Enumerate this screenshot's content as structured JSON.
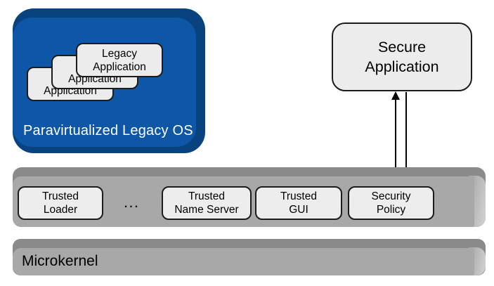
{
  "colors": {
    "legacy_os_fill": "#0D57A6",
    "legacy_os_bevel": "#09437F",
    "layer_fill": "#A8A8A8",
    "layer_bevel": "#8A8A8A",
    "box_fill": "#ECECEC",
    "box_border": "#1C1C1C",
    "label_on_blue": "#FFFFFF"
  },
  "legacy_os": {
    "label": "Paravirtualized Legacy OS",
    "applications": [
      {
        "line1": "Legacy",
        "line2": "Application"
      },
      {
        "line1": "Legacy",
        "line2": "Application"
      },
      {
        "line1": "Legacy",
        "line2": "Application"
      }
    ]
  },
  "secure_application": {
    "line1": "Secure",
    "line2": "Application"
  },
  "service_layer": {
    "ellipsis": "...",
    "services": [
      {
        "line1": "Trusted",
        "line2": "Loader"
      },
      {
        "line1": "Trusted",
        "line2": "Name Server"
      },
      {
        "line1": "Trusted",
        "line2": "GUI"
      },
      {
        "line1": "Security",
        "line2": "Policy"
      }
    ]
  },
  "microkernel": {
    "label": "Microkernel"
  }
}
